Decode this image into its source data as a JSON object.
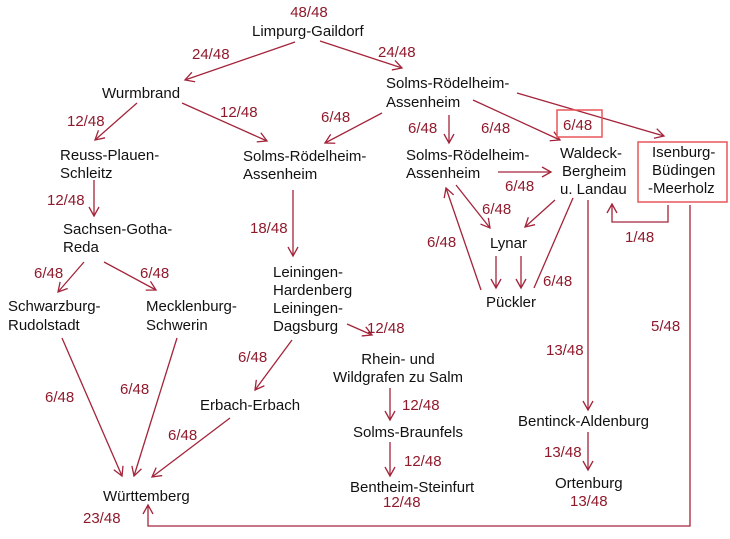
{
  "colors": {
    "label": "#8f1a2c",
    "edge": "#a3243a",
    "highlight": "#e8555a",
    "text": "#111111"
  },
  "nodes": {
    "limpurg": {
      "share": "48/48",
      "name": "Limpurg-Gaildorf"
    },
    "wurmbrand": {
      "name": "Wurmbrand"
    },
    "solms_top": {
      "line1": "Solms-Rödelheim-",
      "line2": "Assenheim"
    },
    "reuss": {
      "line1": "Reuss-Plauen-",
      "line2": "Schleitz"
    },
    "solms_mid": {
      "line1": "Solms-Rödelheim-",
      "line2": "Assenheim"
    },
    "solms_right": {
      "line1": "Solms-Rödelheim-",
      "line2": "Assenheim"
    },
    "waldeck": {
      "line1": "Waldeck-",
      "line2": "Bergheim",
      "line3": "u. Landau"
    },
    "isenburg": {
      "line1": "Isenburg-",
      "line2": "Büdingen",
      "line3": "-Meerholz"
    },
    "sachsen": {
      "line1": "Sachsen-Gotha-",
      "line2": "Reda"
    },
    "lynar": {
      "name": "Lynar"
    },
    "pueckler": {
      "name": "Pückler"
    },
    "schwarzburg": {
      "line1": "Schwarzburg-",
      "line2": "Rudolstadt"
    },
    "mecklenburg": {
      "line1": "Mecklenburg-",
      "line2": "Schwerin"
    },
    "leiningen": {
      "line1": "Leiningen-",
      "line2": "Hardenberg",
      "line3": "Leiningen-",
      "line4": "Dagsburg"
    },
    "rhein": {
      "line1": "Rhein- und",
      "line2": "Wildgrafen zu Salm"
    },
    "erbach": {
      "name": "Erbach-Erbach"
    },
    "solms_braunfels": {
      "name": "Solms-Braunfels"
    },
    "bentinck": {
      "name": "Bentinck-Aldenburg"
    },
    "ortenburg": {
      "name": "Ortenburg",
      "share": "13/48"
    },
    "bentheim": {
      "name": "Bentheim-Steinfurt",
      "share": "12/48"
    },
    "wuerttemberg": {
      "name": "Württemberg",
      "share": "23/48"
    }
  },
  "edge_labels": {
    "limpurg_wurmbrand": "24/48",
    "limpurg_solms": "24/48",
    "wurmbrand_reuss": "12/48",
    "wurmbrand_solms_mid": "12/48",
    "solms_top_solms_mid": "6/48",
    "solms_top_solms_right": "6/48",
    "solms_top_waldeck": "6/48",
    "solms_top_isenburg": "6/48",
    "reuss_sachsen": "12/48",
    "solms_mid_leiningen": "18/48",
    "solms_right_waldeck": "6/48",
    "solms_right_lynar": "6/48",
    "pueckler_solms_right": "6/48",
    "isenburg_waldeck": "1/48",
    "waldeck_pueckler": "6/48",
    "sachsen_schwarzburg": "6/48",
    "sachsen_mecklenburg": "6/48",
    "leiningen_rhein": "12/48",
    "leiningen_erbach": "6/48",
    "isenburg_wuerttemberg": "5/48",
    "waldeck_bentinck": "13/48",
    "schwarzburg_wuerttemberg": "6/48",
    "mecklenburg_wuerttemberg": "6/48",
    "erbach_wuerttemberg": "6/48",
    "rhein_solms_braunfels": "12/48",
    "solms_braunfels_bentheim": "12/48",
    "bentinck_ortenburg": "13/48"
  }
}
